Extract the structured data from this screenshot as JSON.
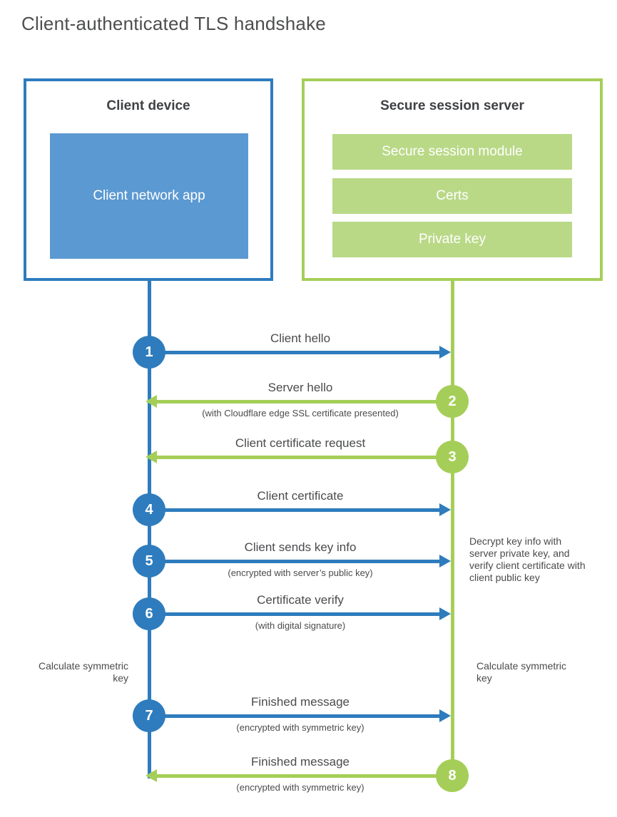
{
  "page": {
    "title": "Client-authenticated TLS handshake"
  },
  "client_box": {
    "title": "Client device",
    "app_label": "Client network app"
  },
  "server_box": {
    "title": "Secure session server",
    "modules": [
      {
        "label": "Secure session module"
      },
      {
        "label": "Certs"
      },
      {
        "label": "Private key"
      }
    ]
  },
  "steps": [
    {
      "num": "1",
      "from": "client",
      "to": "server",
      "label": "Client hello",
      "sublabel": ""
    },
    {
      "num": "2",
      "from": "server",
      "to": "client",
      "label": "Server hello",
      "sublabel": "(with Cloudflare edge SSL certificate presented)"
    },
    {
      "num": "3",
      "from": "server",
      "to": "client",
      "label": "Client certificate request",
      "sublabel": ""
    },
    {
      "num": "4",
      "from": "client",
      "to": "server",
      "label": "Client certificate",
      "sublabel": ""
    },
    {
      "num": "5",
      "from": "client",
      "to": "server",
      "label": "Client sends key info",
      "sublabel": "(encrypted with server’s public key)"
    },
    {
      "num": "6",
      "from": "client",
      "to": "server",
      "label": "Certificate verify",
      "sublabel": "(with digital signature)"
    },
    {
      "num": "7",
      "from": "client",
      "to": "server",
      "label": "Finished message",
      "sublabel": "(encrypted with symmetric key)"
    },
    {
      "num": "8",
      "from": "server",
      "to": "client",
      "label": "Finished message",
      "sublabel": "(encrypted with symmetric key)"
    }
  ],
  "notes": {
    "decrypt": "Decrypt key info with server private key, and verify client certificate with client public key",
    "calc_left": "Calculate symmetric key",
    "calc_right": "Calculate symmetric key"
  },
  "colors": {
    "blue": "#2e7cbd",
    "blue_fill": "#5b99d2",
    "green": "#a5ce58",
    "green_fill": "#b9d987",
    "text": "#4a4b4d"
  }
}
